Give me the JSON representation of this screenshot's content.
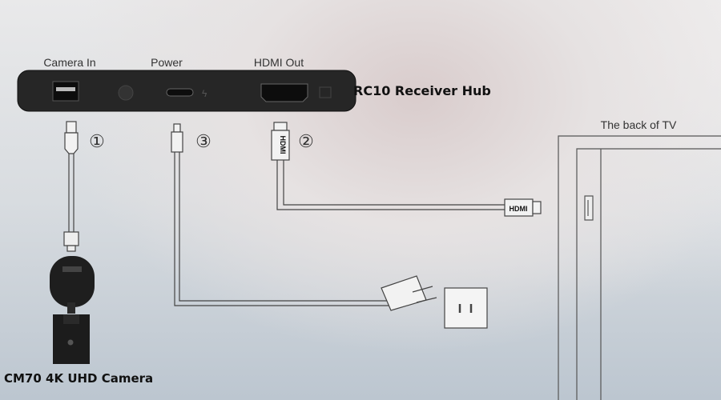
{
  "hub": {
    "name": "RC10 Receiver Hub",
    "ports": [
      "Camera In",
      "Power",
      "HDMI Out"
    ]
  },
  "steps": {
    "usb": "①",
    "hdmi": "②",
    "power": "③"
  },
  "hdmi_plug_label": "HDMI",
  "camera": {
    "name": "CM70 4K UHD Camera"
  },
  "tv": {
    "label": "The back of TV"
  }
}
